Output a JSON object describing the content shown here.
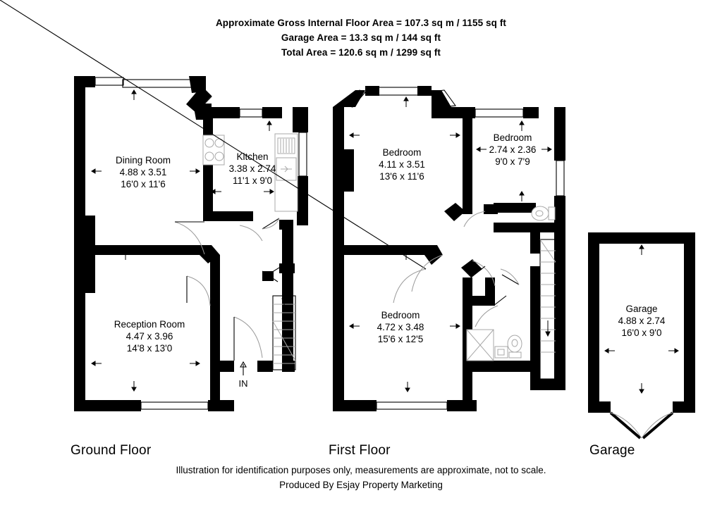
{
  "header": {
    "lines": [
      "Approximate Gross Internal Floor Area = 107.3 sq m / 1155 sq ft",
      "Garage Area = 13.3 sq m / 144 sq ft",
      "Total Area = 120.6 sq m / 1299 sq ft"
    ],
    "gross_internal_area_sqm": "107.3 sq m",
    "gross_internal_area_sqft": "1155 sq ft",
    "garage_area_sqm": "13.3 sq m",
    "garage_area_sqft": "144 sq ft",
    "total_area_sqm": "120.6 sq m",
    "total_area_sqft": "1299 sq ft"
  },
  "floors": {
    "ground": {
      "title": "Ground Floor",
      "rooms": [
        {
          "name": "Dining Room",
          "metric": "4.88 x 3.51",
          "imperial": "16'0 x 11'6"
        },
        {
          "name": "Kitchen",
          "metric": "3.38 x 2.74",
          "imperial": "11'1 x 9'0"
        },
        {
          "name": "Reception Room",
          "metric": "4.47 x 3.96",
          "imperial": "14'8 x 13'0"
        }
      ],
      "entrance_label": "IN"
    },
    "first": {
      "title": "First Floor",
      "rooms": [
        {
          "name": "Bedroom",
          "metric": "4.11 x 3.51",
          "imperial": "13'6 x 11'6"
        },
        {
          "name": "Bedroom",
          "metric": "2.74 x 2.36",
          "imperial": "9'0 x 7'9"
        },
        {
          "name": "Bedroom",
          "metric": "4.72 x 3.48",
          "imperial": "15'6 x 12'5"
        }
      ]
    },
    "garage": {
      "title": "Garage",
      "rooms": [
        {
          "name": "Garage",
          "metric": "4.88 x 2.74",
          "imperial": "16'0 x 9'0"
        }
      ]
    }
  },
  "footer": {
    "lines": [
      "Illustration for identification purposes only, measurements are approximate, not to scale.",
      "Produced By Esjay Property Marketing"
    ]
  },
  "colors": {
    "wall": "#000000",
    "background": "#ffffff",
    "fixture_stroke": "#a8a8a8",
    "door_swing": "#9a9a9a"
  }
}
